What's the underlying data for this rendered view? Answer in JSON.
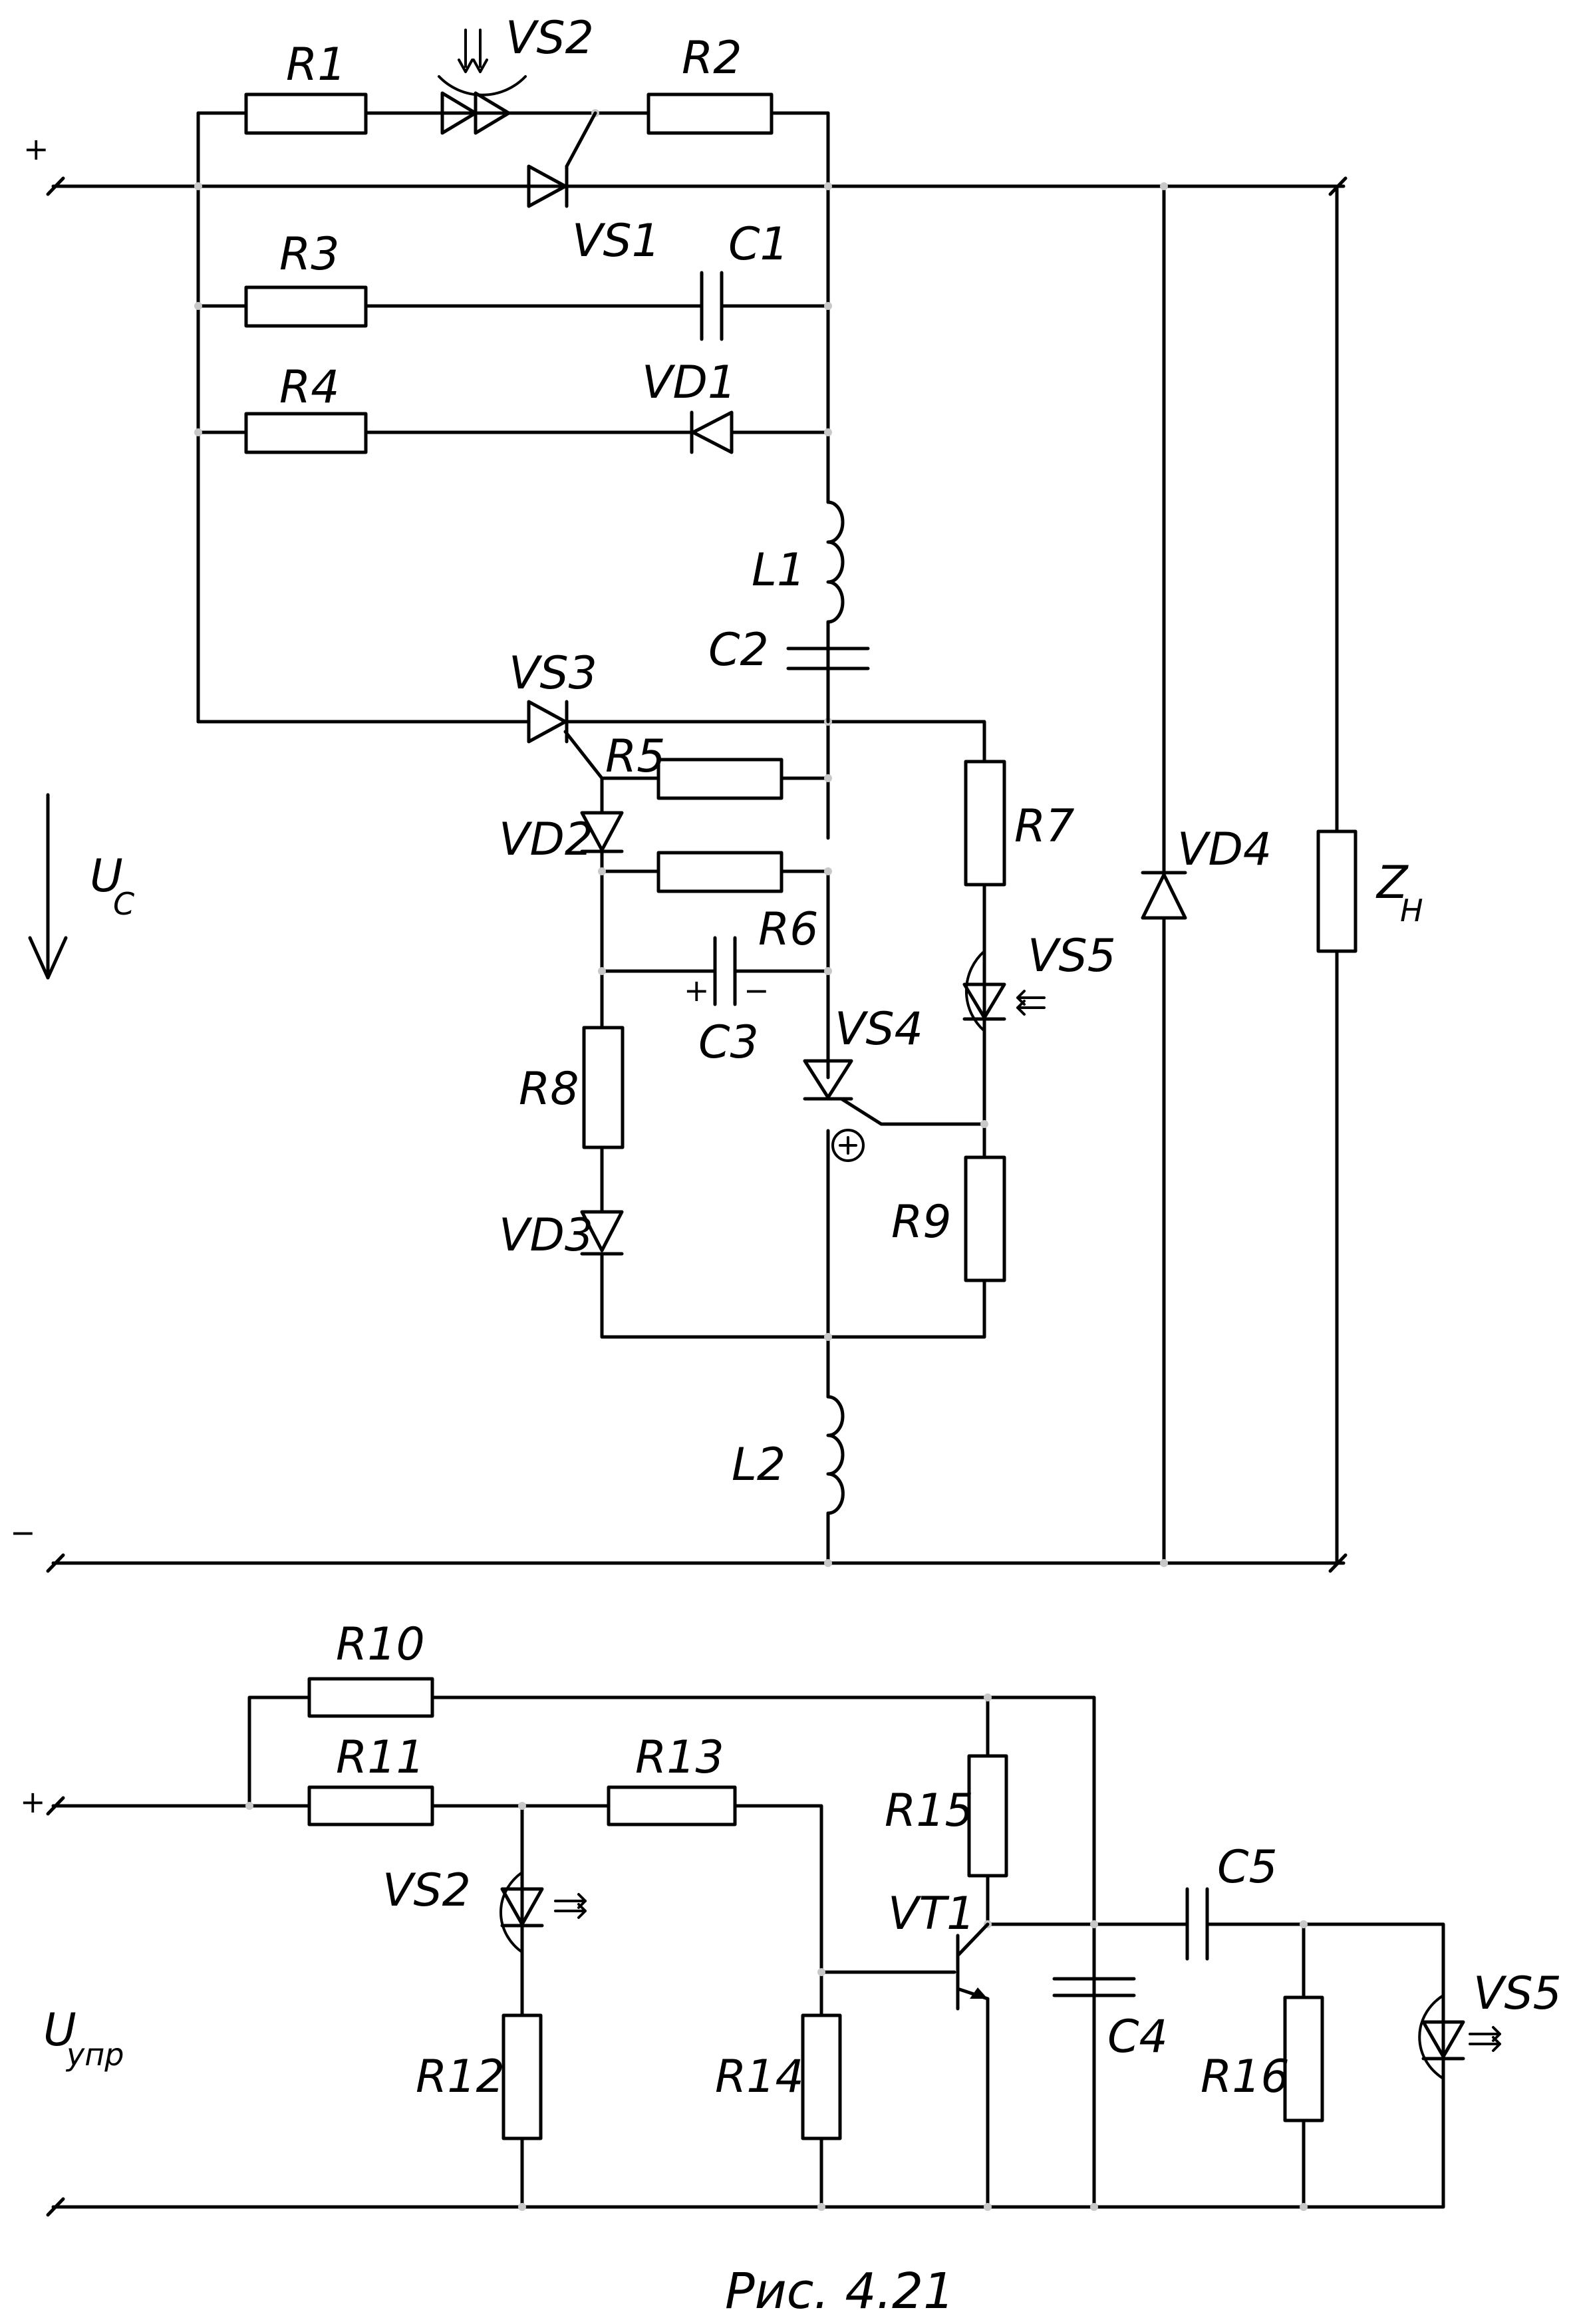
{
  "labels": {
    "R1": "R1",
    "R2": "R2",
    "R3": "R3",
    "R4": "R4",
    "R5": "R5",
    "R6": "R6",
    "R7": "R7",
    "R8": "R8",
    "R9": "R9",
    "R10": "R10",
    "R11": "R11",
    "R12": "R12",
    "R13": "R13",
    "R14": "R14",
    "R15": "R15",
    "R16": "R16",
    "C1": "C1",
    "C2": "C2",
    "C3": "C3",
    "C4": "C4",
    "C5": "C5",
    "L1": "L1",
    "L2": "L2",
    "VS1": "VS1",
    "VS2": "VS2",
    "VS3": "VS3",
    "VS4": "VS4",
    "VS5": "VS5",
    "VS2_lower": "VS2",
    "VS5_lower": "VS5",
    "VD1": "VD1",
    "VD2": "VD2",
    "VD3": "VD3",
    "VD4": "VD4",
    "VT1": "VT1",
    "ZH_main": "Z",
    "ZH_sub": "H",
    "UC_main": "U",
    "UC_sub": "C",
    "Uupr_main": "U",
    "Uupr_sub": "упр",
    "C3_plus": "+",
    "C3_minus": "−",
    "plus_top": "+",
    "minus_top": "−",
    "plus_bottom": "+"
  },
  "caption": "Рис. 4.21"
}
